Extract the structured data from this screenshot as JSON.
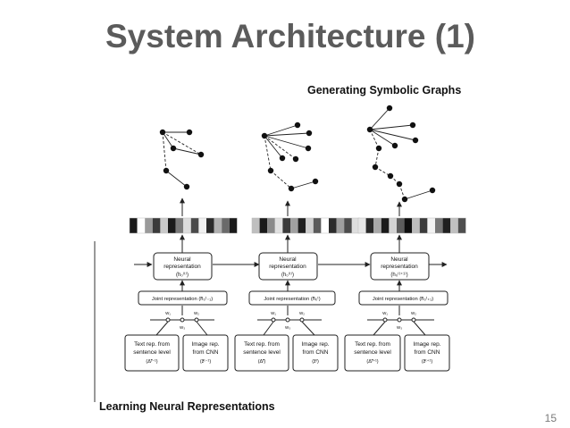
{
  "slide": {
    "title": "System Architecture (1)",
    "page_number": "15"
  },
  "diagram": {
    "top_caption": "Generating Symbolic Graphs",
    "bottom_caption": "Learning Neural Representations",
    "columns": [
      {
        "neural_label": [
          "Neural",
          "representation"
        ],
        "neural_math": "(h₀⁽ᵗ⁾)",
        "joint_label": "Joint representation (h̃₀ᵗ₋₁)",
        "text_rep": [
          "Text rep. from",
          "sentence level",
          "(Δ̃ᵗ⁻¹)"
        ],
        "image_rep": [
          "Image rep.",
          "from CNN",
          "(z̃ᵗ⁻¹)"
        ]
      },
      {
        "neural_label": [
          "Neural",
          "representation"
        ],
        "neural_math": "(h₀⁽ᵗ⁾)",
        "joint_label": "Joint representation (h̃₀ᵗ)",
        "text_rep": [
          "Text rep. from",
          "sentence level",
          "(Δ̃ᵗ)"
        ],
        "image_rep": [
          "Image rep.",
          "from CNN",
          "(z̃ᵗ)"
        ]
      },
      {
        "neural_label": [
          "Neural",
          "representation"
        ],
        "neural_math": "(h₀⁽ᵗ⁺¹⁾)",
        "joint_label": "Joint representation (h̃₀ᵗ₊₁)",
        "text_rep": [
          "Text rep. from",
          "sentence level",
          "(Δ̃ᵗ⁺¹)"
        ],
        "image_rep": [
          "Image rep.",
          "from CNN",
          "(z̃ᵗ⁺¹)"
        ]
      }
    ],
    "gate_labels": [
      "W₁",
      "W₂",
      "W₃"
    ]
  }
}
